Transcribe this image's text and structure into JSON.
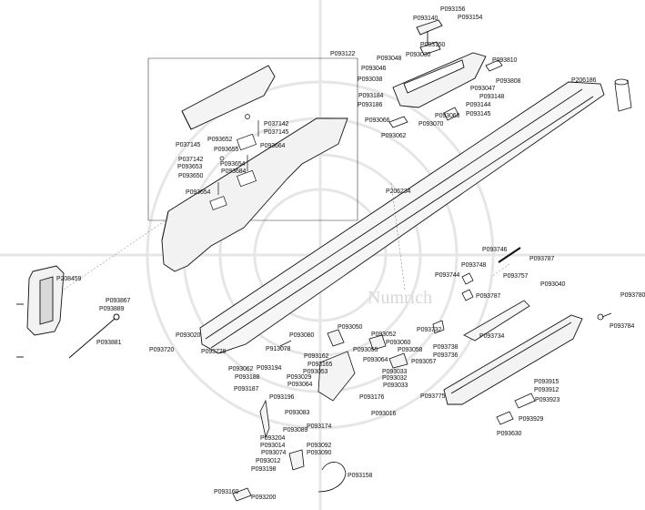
{
  "diagram": {
    "watermark_text": "Numrich",
    "parts": [
      {
        "id": "p093156",
        "label": "P093156"
      },
      {
        "id": "p093140",
        "label": "P093140"
      },
      {
        "id": "p093154",
        "label": "P093154"
      },
      {
        "id": "p093150",
        "label": "P093150"
      },
      {
        "id": "p093030",
        "label": "P093030"
      },
      {
        "id": "p093048",
        "label": "P093048"
      },
      {
        "id": "p093810",
        "label": "P093810"
      },
      {
        "id": "p093046",
        "label": "P093046"
      },
      {
        "id": "p093808",
        "label": "P093808"
      },
      {
        "id": "p093038",
        "label": "P093038"
      },
      {
        "id": "p093047",
        "label": "P093047"
      },
      {
        "id": "p206186",
        "label": "P206186"
      },
      {
        "id": "p093184",
        "label": "P093184"
      },
      {
        "id": "p093148",
        "label": "P093148"
      },
      {
        "id": "p093186",
        "label": "P093186"
      },
      {
        "id": "p093144",
        "label": "P093144"
      },
      {
        "id": "p093145",
        "label": "P093145"
      },
      {
        "id": "p093122",
        "label": "P093122"
      },
      {
        "id": "p093066",
        "label": "P093066"
      },
      {
        "id": "p093068",
        "label": "P093068"
      },
      {
        "id": "p093070",
        "label": "P093070"
      },
      {
        "id": "p093062",
        "label": "P093062"
      },
      {
        "id": "p037142",
        "label": "P037142"
      },
      {
        "id": "p037145a",
        "label": "P037145"
      },
      {
        "id": "p093652",
        "label": "P093652"
      },
      {
        "id": "p037145b",
        "label": "P037145"
      },
      {
        "id": "p093664",
        "label": "P093664"
      },
      {
        "id": "p093655",
        "label": "P093655"
      },
      {
        "id": "p037142b",
        "label": "P037142"
      },
      {
        "id": "p093654",
        "label": "P093654"
      },
      {
        "id": "p093653",
        "label": "P093653"
      },
      {
        "id": "p093684",
        "label": "P093684"
      },
      {
        "id": "p093650",
        "label": "P093650"
      },
      {
        "id": "p093654b",
        "label": "P093654"
      },
      {
        "id": "p206234",
        "label": "P206234"
      },
      {
        "id": "p093746",
        "label": "P093746"
      },
      {
        "id": "p093787",
        "label": "P093787"
      },
      {
        "id": "p093748",
        "label": "P093748"
      },
      {
        "id": "p093744",
        "label": "P093744"
      },
      {
        "id": "p093757",
        "label": "P093757"
      },
      {
        "id": "p093040",
        "label": "P093040"
      },
      {
        "id": "p208459",
        "label": "P208459"
      },
      {
        "id": "p093787b",
        "label": "P093787"
      },
      {
        "id": "p093780",
        "label": "P093780"
      },
      {
        "id": "p093867",
        "label": "P093867"
      },
      {
        "id": "p093889",
        "label": "P093889"
      },
      {
        "id": "p093784",
        "label": "P093784"
      },
      {
        "id": "p093050",
        "label": "P093050"
      },
      {
        "id": "p093732",
        "label": "P093732"
      },
      {
        "id": "p093020",
        "label": "P093020"
      },
      {
        "id": "p093080",
        "label": "P093080"
      },
      {
        "id": "p093052",
        "label": "P093052"
      },
      {
        "id": "p093734",
        "label": "P093734"
      },
      {
        "id": "p093881",
        "label": "P093881"
      },
      {
        "id": "p093060",
        "label": "P093060"
      },
      {
        "id": "p093738",
        "label": "P093738"
      },
      {
        "id": "p093728",
        "label": "P093728"
      },
      {
        "id": "p913078",
        "label": "P913078"
      },
      {
        "id": "p093055",
        "label": "P093055"
      },
      {
        "id": "p093058",
        "label": "P093058"
      },
      {
        "id": "p093736",
        "label": "P093736"
      },
      {
        "id": "p093720",
        "label": "P093720"
      },
      {
        "id": "p093162",
        "label": "P093162"
      },
      {
        "id": "p093064",
        "label": "P093064"
      },
      {
        "id": "p093057",
        "label": "P093057"
      },
      {
        "id": "p093194",
        "label": "P093194"
      },
      {
        "id": "p093165",
        "label": "P093165"
      },
      {
        "id": "p093062b",
        "label": "P093062"
      },
      {
        "id": "p093053",
        "label": "P093053"
      },
      {
        "id": "p093033",
        "label": "P093033"
      },
      {
        "id": "p093188",
        "label": "P093188"
      },
      {
        "id": "p093029",
        "label": "P093029"
      },
      {
        "id": "p093032",
        "label": "P093032"
      },
      {
        "id": "p093064b",
        "label": "P093064"
      },
      {
        "id": "p093033b",
        "label": "P093033"
      },
      {
        "id": "p093187",
        "label": "P093187"
      },
      {
        "id": "p093915",
        "label": "P093915"
      },
      {
        "id": "p093912",
        "label": "P093912"
      },
      {
        "id": "p093196",
        "label": "P093196"
      },
      {
        "id": "p093176",
        "label": "P093176"
      },
      {
        "id": "p093775",
        "label": "P093775"
      },
      {
        "id": "p093923",
        "label": "P093923"
      },
      {
        "id": "p093083",
        "label": "P093083"
      },
      {
        "id": "p093016",
        "label": "P093016"
      },
      {
        "id": "p093174",
        "label": "P093174"
      },
      {
        "id": "p093929",
        "label": "P093929"
      },
      {
        "id": "p093089",
        "label": "P093089"
      },
      {
        "id": "p093630",
        "label": "P093630"
      },
      {
        "id": "p093204",
        "label": "P093204"
      },
      {
        "id": "p093092",
        "label": "P093092"
      },
      {
        "id": "p093014",
        "label": "P093014"
      },
      {
        "id": "p093074",
        "label": "P093074"
      },
      {
        "id": "p093090",
        "label": "P093090"
      },
      {
        "id": "p093012",
        "label": "P093012"
      },
      {
        "id": "p093198",
        "label": "P093198"
      },
      {
        "id": "p093158",
        "label": "P093158"
      },
      {
        "id": "p093160",
        "label": "P093160"
      },
      {
        "id": "p093200",
        "label": "P093200"
      }
    ]
  }
}
